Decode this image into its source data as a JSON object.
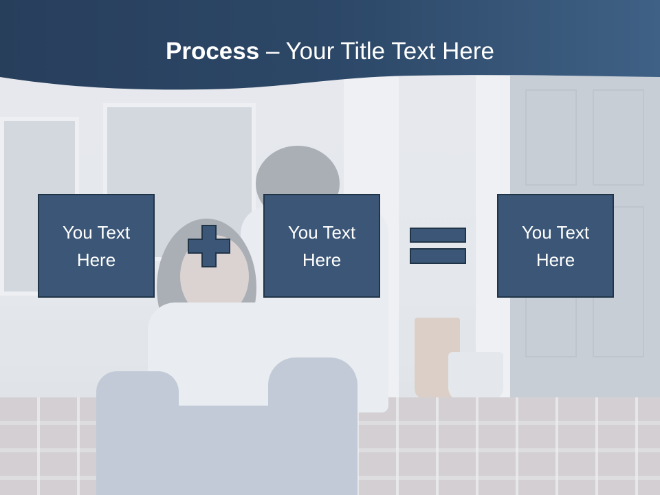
{
  "header": {
    "title_bold": "Process",
    "title_rest": " – Your Title Text Here"
  },
  "process": {
    "boxes": [
      {
        "label": "You Text Here"
      },
      {
        "label": "You Text Here"
      },
      {
        "label": "You Text Here"
      }
    ],
    "operators": [
      "plus-icon",
      "equals-icon"
    ]
  },
  "colors": {
    "header": "#2f4b6b",
    "box_fill": "#3b5676",
    "box_border": "#203448",
    "title_text": "#ffffff"
  }
}
